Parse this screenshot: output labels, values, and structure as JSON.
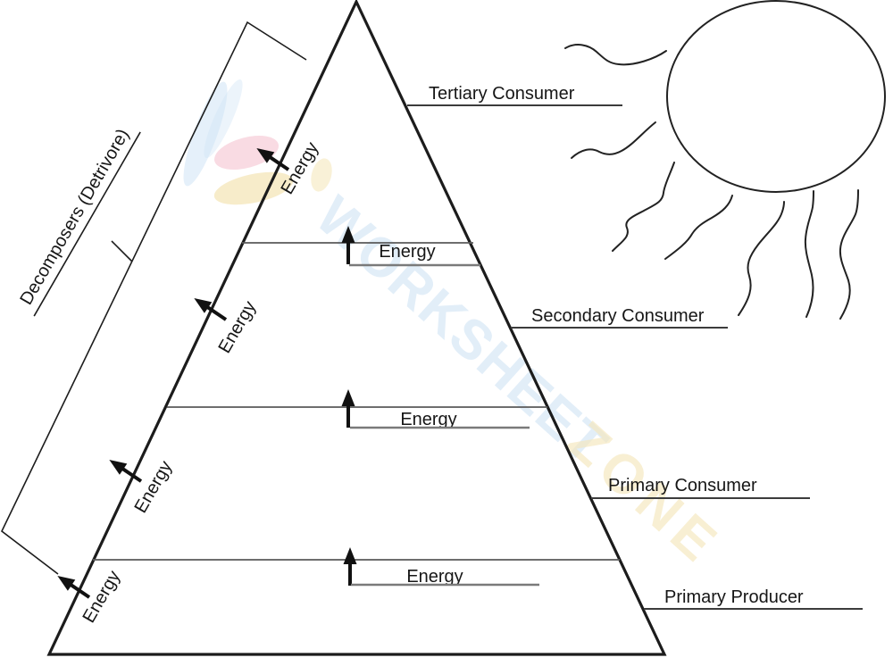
{
  "labels": {
    "energy": "Energy",
    "decomposers": "Decomposers (Detrivore)"
  },
  "trophic_levels": [
    {
      "label": "Tertiary Consumer"
    },
    {
      "label": "Secondary Consumer"
    },
    {
      "label": "Primary Consumer"
    },
    {
      "label": "Primary Producer"
    }
  ],
  "watermark": {
    "word1": "WORKSHEET",
    "word2": "ZONE"
  },
  "icons": {
    "sun": "sun-with-wavy-rays",
    "energy_arrow": "up-arrow"
  },
  "colors": {
    "diagram_line": "#1c1c1c",
    "divider_line": "#5a5a5a",
    "underline_gray": "#7a7a7a",
    "watermark_blue": "#cfe3f5",
    "watermark_pink": "#f7cfd9",
    "watermark_yellow": "#f5e7bd"
  }
}
